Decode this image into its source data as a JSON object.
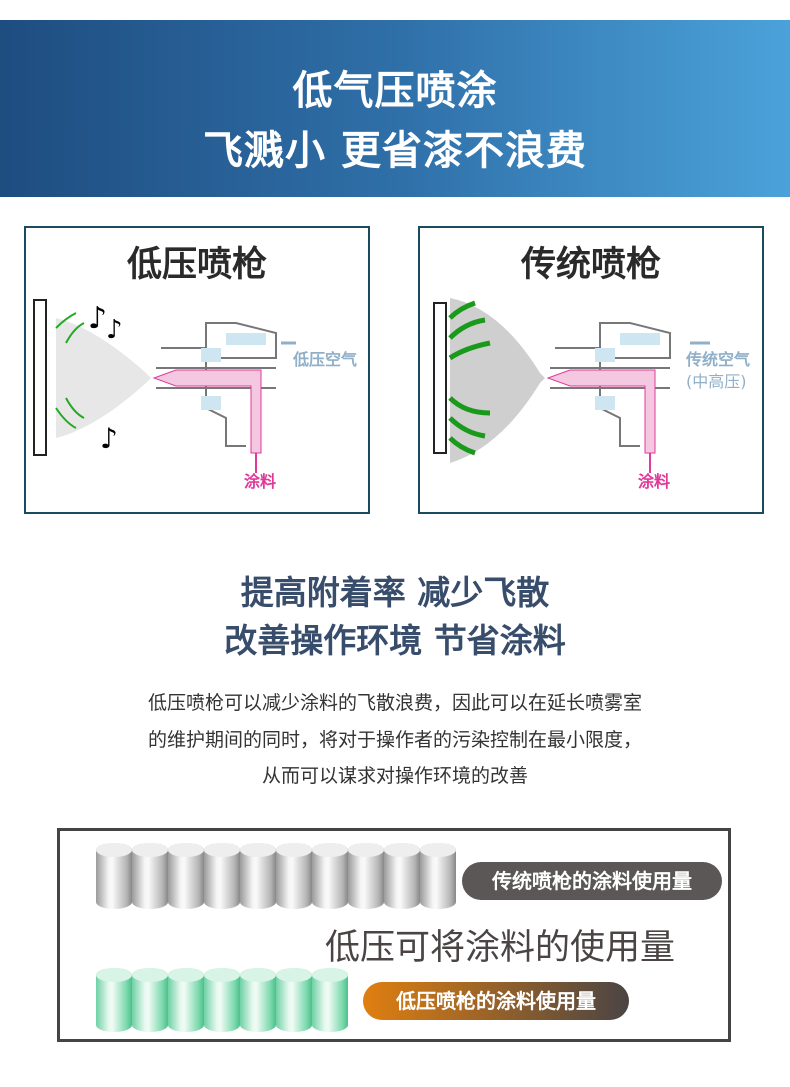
{
  "header": {
    "line1": "低气压喷涂",
    "line2": "飞溅小 更省漆不浪费"
  },
  "panels": [
    {
      "title": "低压喷枪",
      "air_label": "低压空气",
      "air_label2": "",
      "paint_label": "涂料"
    },
    {
      "title": "传统喷枪",
      "air_label": "传统空气",
      "air_label2": "(中高压)",
      "paint_label": "涂料"
    }
  ],
  "benefits": {
    "line1": "提高附着率 减少飞散",
    "line2": "改善操作环境 节省涂料"
  },
  "description": [
    "低压喷枪可以减少涂料的飞散浪费，因此可以在延长喷雾室",
    "的维护期间的同时，将对于操作者的污染控制在最小限度，",
    "从而可以谋求对操作环境的改善"
  ],
  "comparison": {
    "traditional_label": "传统喷枪的涂料使用量",
    "traditional_units": 10,
    "headline": "低压可将涂料的使用量",
    "lowpressure_label": "低压喷枪的涂料使用量",
    "lowpressure_units": 7
  },
  "colors": {
    "header_start": "#1e4d80",
    "header_end": "#4ba2da",
    "paint": "#e0399a",
    "air": "#8fb0c8",
    "accent_orange": "#e07f10"
  }
}
